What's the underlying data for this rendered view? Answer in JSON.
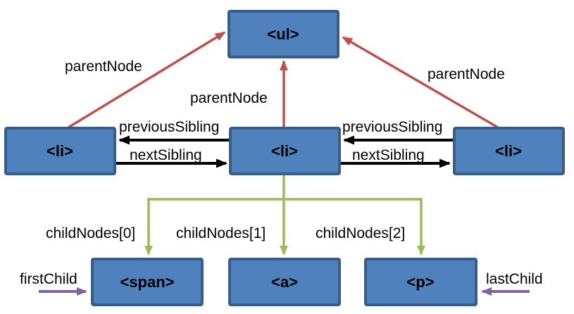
{
  "diagram": {
    "type": "dom-tree-relationships",
    "colors": {
      "node_fill": "#4f81bd",
      "node_border": "#385d8a",
      "parent_arrow": "#c0504d",
      "sibling_arrow": "#000000",
      "child_arrow": "#9bbb59",
      "first_last_arrow": "#8064a2",
      "label_text": "#000000",
      "background": "#ffffff"
    },
    "nodes": {
      "ul": "<ul>",
      "li_left": "<li>",
      "li_mid": "<li>",
      "li_right": "<li>",
      "span": "<span>",
      "a": "<a>",
      "p": "<p>"
    },
    "labels": {
      "parent_left": "parentNode",
      "parent_mid": "parentNode",
      "parent_right": "parentNode",
      "prev_sibling_left": "previousSibling",
      "next_sibling_left": "nextSibling",
      "prev_sibling_right": "previousSibling",
      "next_sibling_right": "nextSibling",
      "child_0": "childNodes[0]",
      "child_1": "childNodes[1]",
      "child_2": "childNodes[2]",
      "first_child": "firstChild",
      "last_child": "lastChild"
    }
  }
}
